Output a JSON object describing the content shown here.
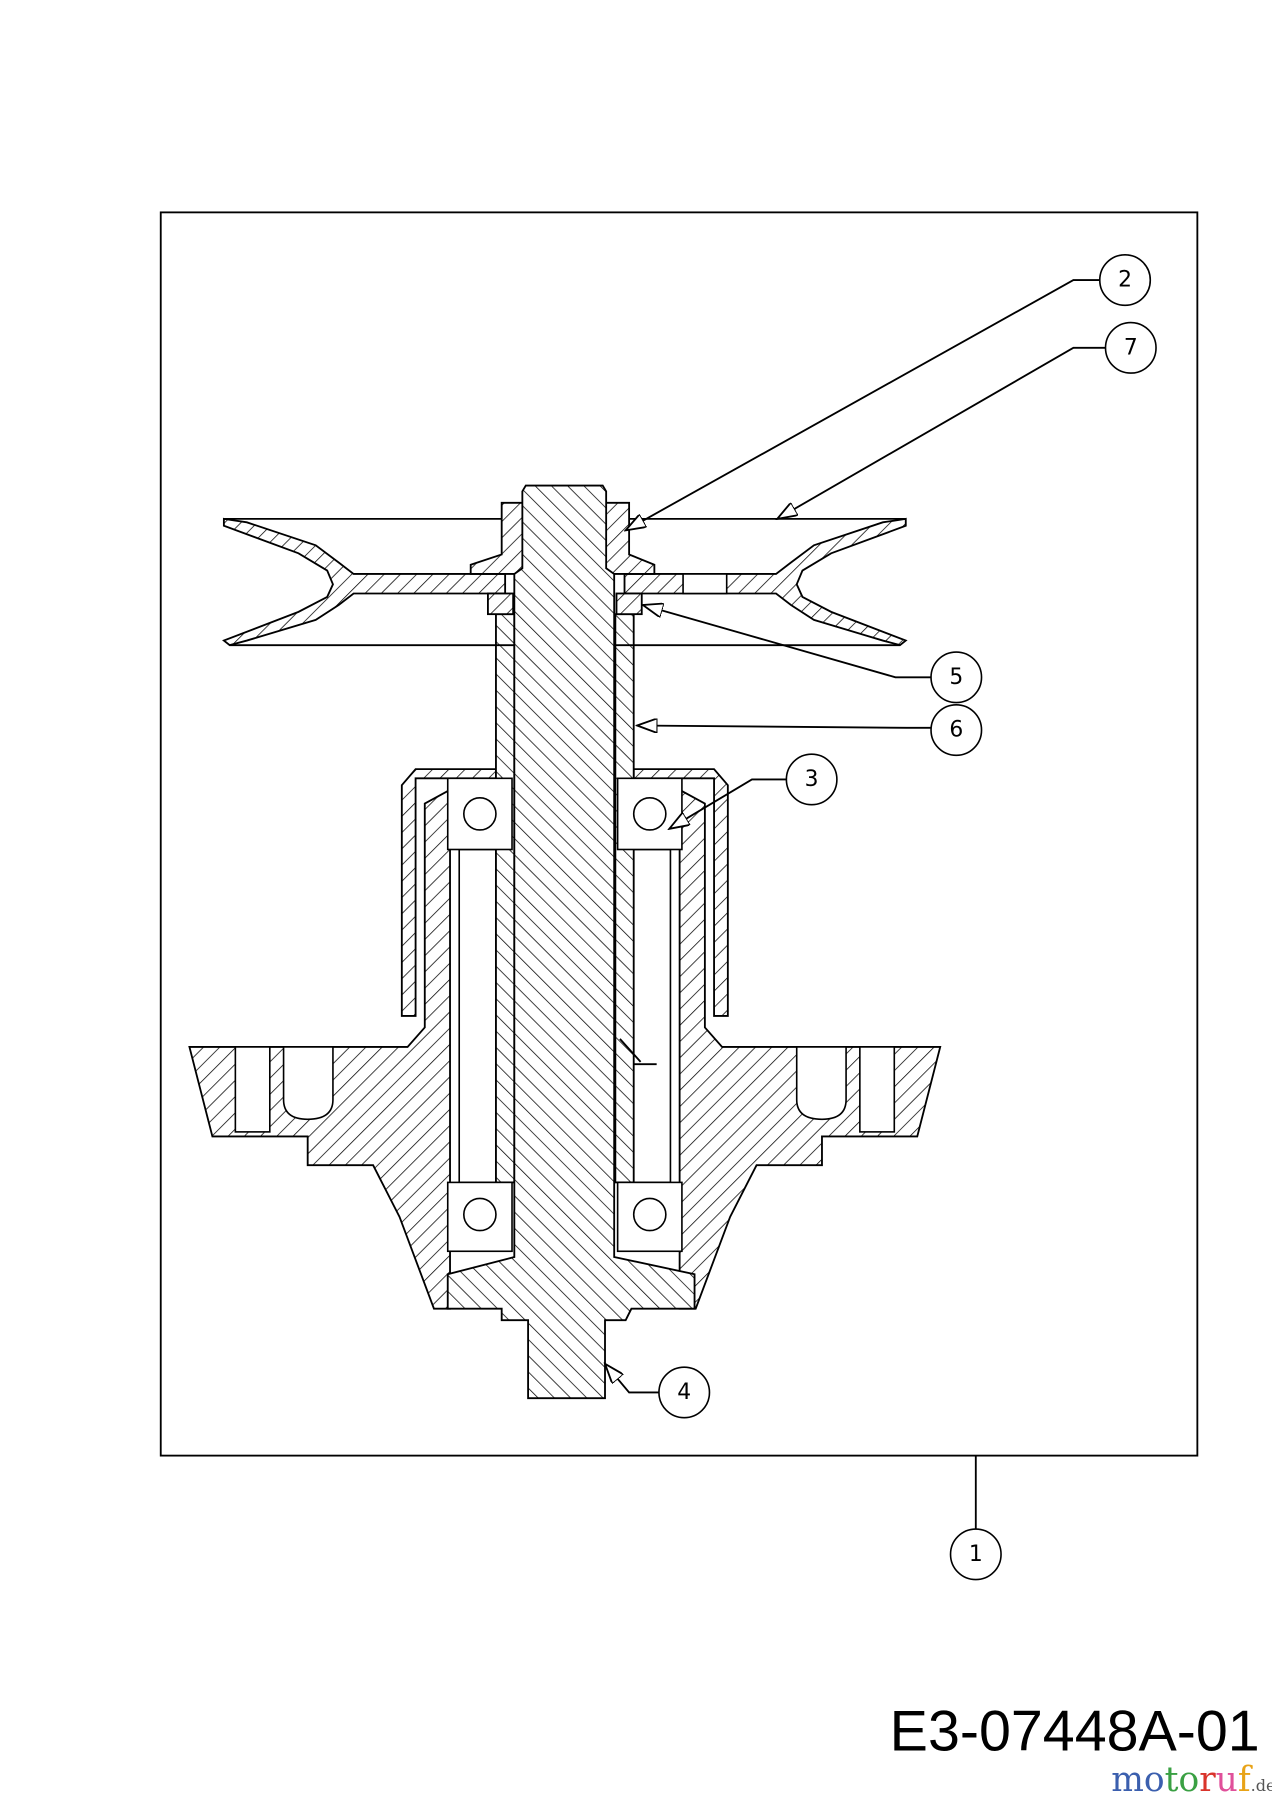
{
  "diagram": {
    "callouts": {
      "c1": "1",
      "c2": "2",
      "c3": "3",
      "c4": "4",
      "c5": "5",
      "c6": "6",
      "c7": "7"
    },
    "drawing_code": "E3-07448A-01",
    "logo": {
      "letters": [
        "m",
        "o",
        "t",
        "o",
        "r",
        "u",
        "f"
      ],
      "suffix": ".de",
      "colors": [
        "#3b5fae",
        "#3b5fae",
        "#3aa043",
        "#3aa043",
        "#d9342b",
        "#e0509a",
        "#e8a317"
      ]
    }
  }
}
